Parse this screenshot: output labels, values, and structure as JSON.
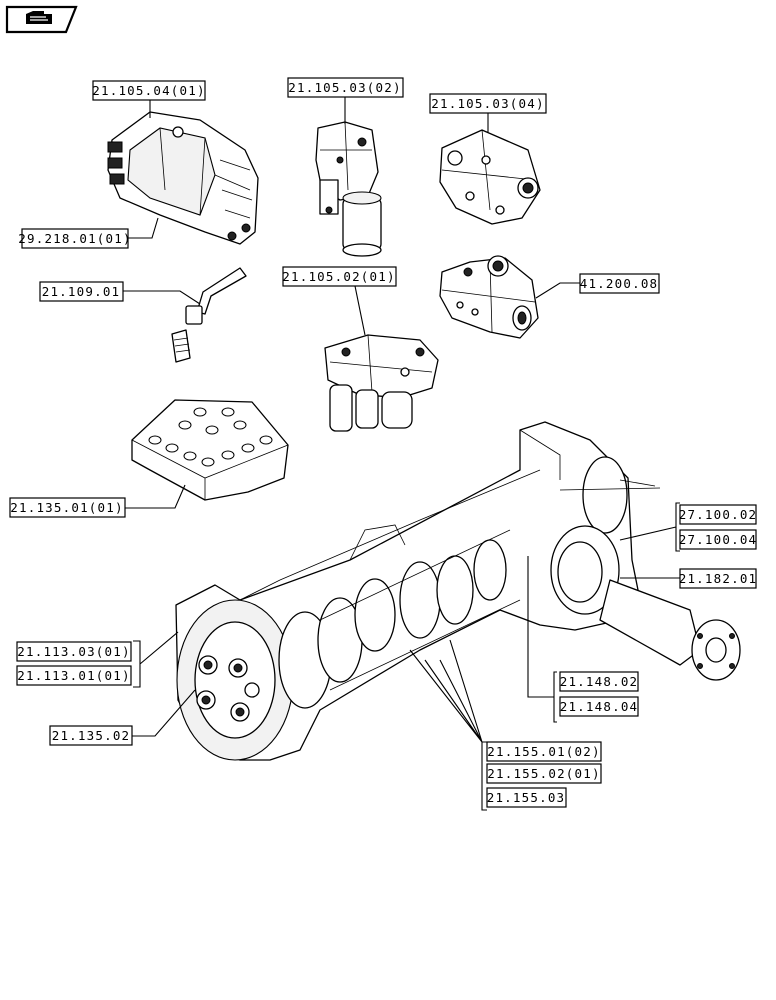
{
  "nav": {
    "back_icon": "hand-pointing-back-icon"
  },
  "references": [
    {
      "id": "ref-21-105-04-01",
      "text": "21.105.04(01)"
    },
    {
      "id": "ref-29-218-01-01",
      "text": "29.218.01(01)"
    },
    {
      "id": "ref-21-105-03-02",
      "text": "21.105.03(02)"
    },
    {
      "id": "ref-21-105-03-04",
      "text": "21.105.03(04)"
    },
    {
      "id": "ref-21-109-01",
      "text": "21.109.01"
    },
    {
      "id": "ref-21-105-02-01",
      "text": "21.105.02(01)"
    },
    {
      "id": "ref-41-200-08",
      "text": "41.200.08"
    },
    {
      "id": "ref-21-135-01-01",
      "text": "21.135.01(01)"
    },
    {
      "id": "ref-27-100-02",
      "text": "27.100.02"
    },
    {
      "id": "ref-27-100-04",
      "text": "27.100.04"
    },
    {
      "id": "ref-21-182-01",
      "text": "21.182.01"
    },
    {
      "id": "ref-21-113-03-01",
      "text": "21.113.03(01)"
    },
    {
      "id": "ref-21-113-01-01",
      "text": "21.113.01(01)"
    },
    {
      "id": "ref-21-148-02",
      "text": "21.148.02"
    },
    {
      "id": "ref-21-148-04",
      "text": "21.148.04"
    },
    {
      "id": "ref-21-135-02",
      "text": "21.135.02"
    },
    {
      "id": "ref-21-155-01-02",
      "text": "21.155.01(02)"
    },
    {
      "id": "ref-21-155-02-01",
      "text": "21.155.02(01)"
    },
    {
      "id": "ref-21-155-03",
      "text": "21.155.03"
    }
  ]
}
